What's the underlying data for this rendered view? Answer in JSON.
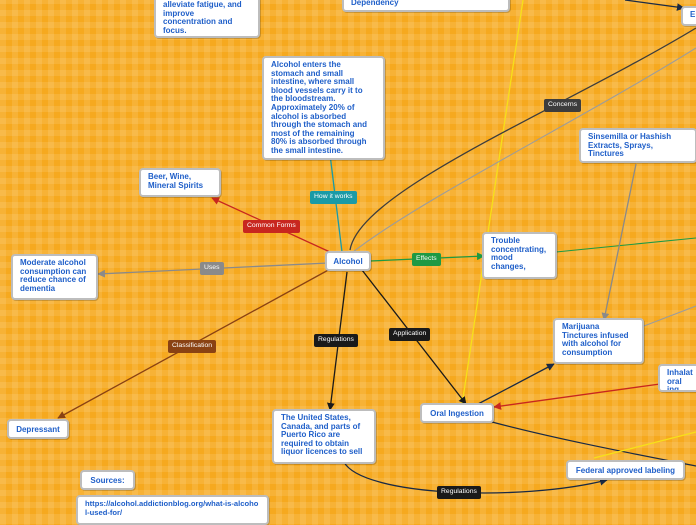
{
  "nodes": {
    "alleviate": "alleviate fatigue, and\nimprove\nconcentration and\nfocus.",
    "dependency": "Dependency",
    "e_cut": "E",
    "how_text": "Alcohol enters the\nstomach and small\nintestine, where small\nblood vessels carry it to\nthe bloodstream.\nApproximately 20% of\nalcohol is absorbed\nthrough the stomach and\nmost of the remaining\n80% is absorbed through\nthe small intestine.",
    "sinsemilla": "Sinsemilla or Hashish\nExtracts, Sprays,\nTinctures",
    "beer": "Beer, Wine,\nMineral Spirits",
    "trouble": "Trouble\nconcentrating,\nmood\nchanges,",
    "moderate": "Moderate alcohol\nconsumption can\nreduce chance of\ndementia",
    "alcohol": "Alcohol",
    "marijuana": "Marijuana\nTinctures infused\nwith alcohol for\nconsumption",
    "inhalat": "Inhalat\noral ing",
    "oral": "Oral Ingestion",
    "depressant": "Depressant",
    "usa": "The United States,\nCanada, and parts of\nPuerto Rico are\nrequired to obtain\nliquor licences to sell",
    "federal": "Federal approved labeling",
    "sources": "Sources:",
    "link": "https://alcohol.addictionblog.org/what-is-alcohol-used-for/"
  },
  "tags": {
    "concerns": "Concerns",
    "how_it_works": "How it works",
    "common_forms": "Common Forms",
    "uses": "Uses",
    "effects": "Effects",
    "classification": "Classification",
    "regulations_top": "Regulations",
    "application": "Application",
    "regulations_bottom": "Regulations"
  },
  "colors": {
    "background": "#f6a91f",
    "node_text": "#1f5fc9",
    "concerns": "#3d3d3d",
    "how_it_works": "#1a9aa6",
    "common_forms": "#c8271f",
    "uses": "#8a8a8a",
    "effects": "#1e9944",
    "classification": "#8a4213",
    "regulations": "#1a1a1a",
    "application": "#1a1a1a",
    "yellow": "#f7e018",
    "dark_blue": "#1a2a44"
  }
}
